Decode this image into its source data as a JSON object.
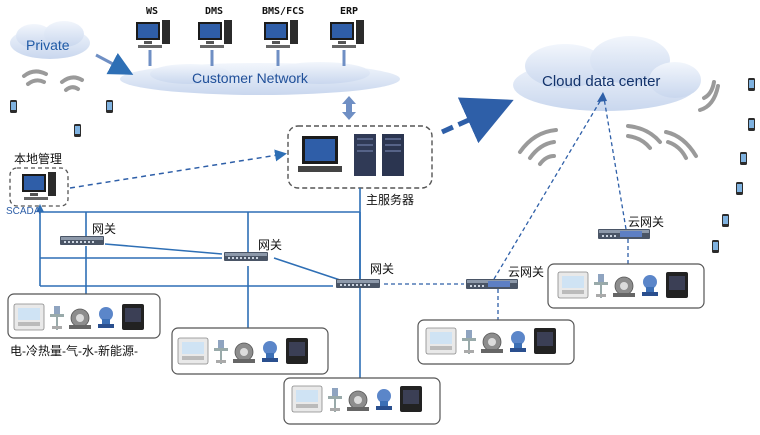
{
  "clouds": {
    "private": "Private",
    "customer_network": "Customer Network",
    "cloud_data_center": "Cloud data center"
  },
  "workstations": [
    "WS",
    "DMS",
    "BMS/FCS",
    "ERP"
  ],
  "local_mgmt": {
    "label": "本地管理",
    "sublabel": "SCADA"
  },
  "main_server": {
    "label": "主服务器"
  },
  "gateways": {
    "gw1": "网关",
    "gw2": "网关",
    "gw3": "网关"
  },
  "cloud_gateways": {
    "cgw1": "云网关",
    "cgw2": "云网关"
  },
  "energy_label": "电-冷热量-气-水-新能源-",
  "colors": {
    "link_blue": "#2e6fb5",
    "dashed_blue": "#2e5fa8",
    "cloud_fill": "#dde6f5",
    "signal_gray": "#8a8a8a"
  }
}
